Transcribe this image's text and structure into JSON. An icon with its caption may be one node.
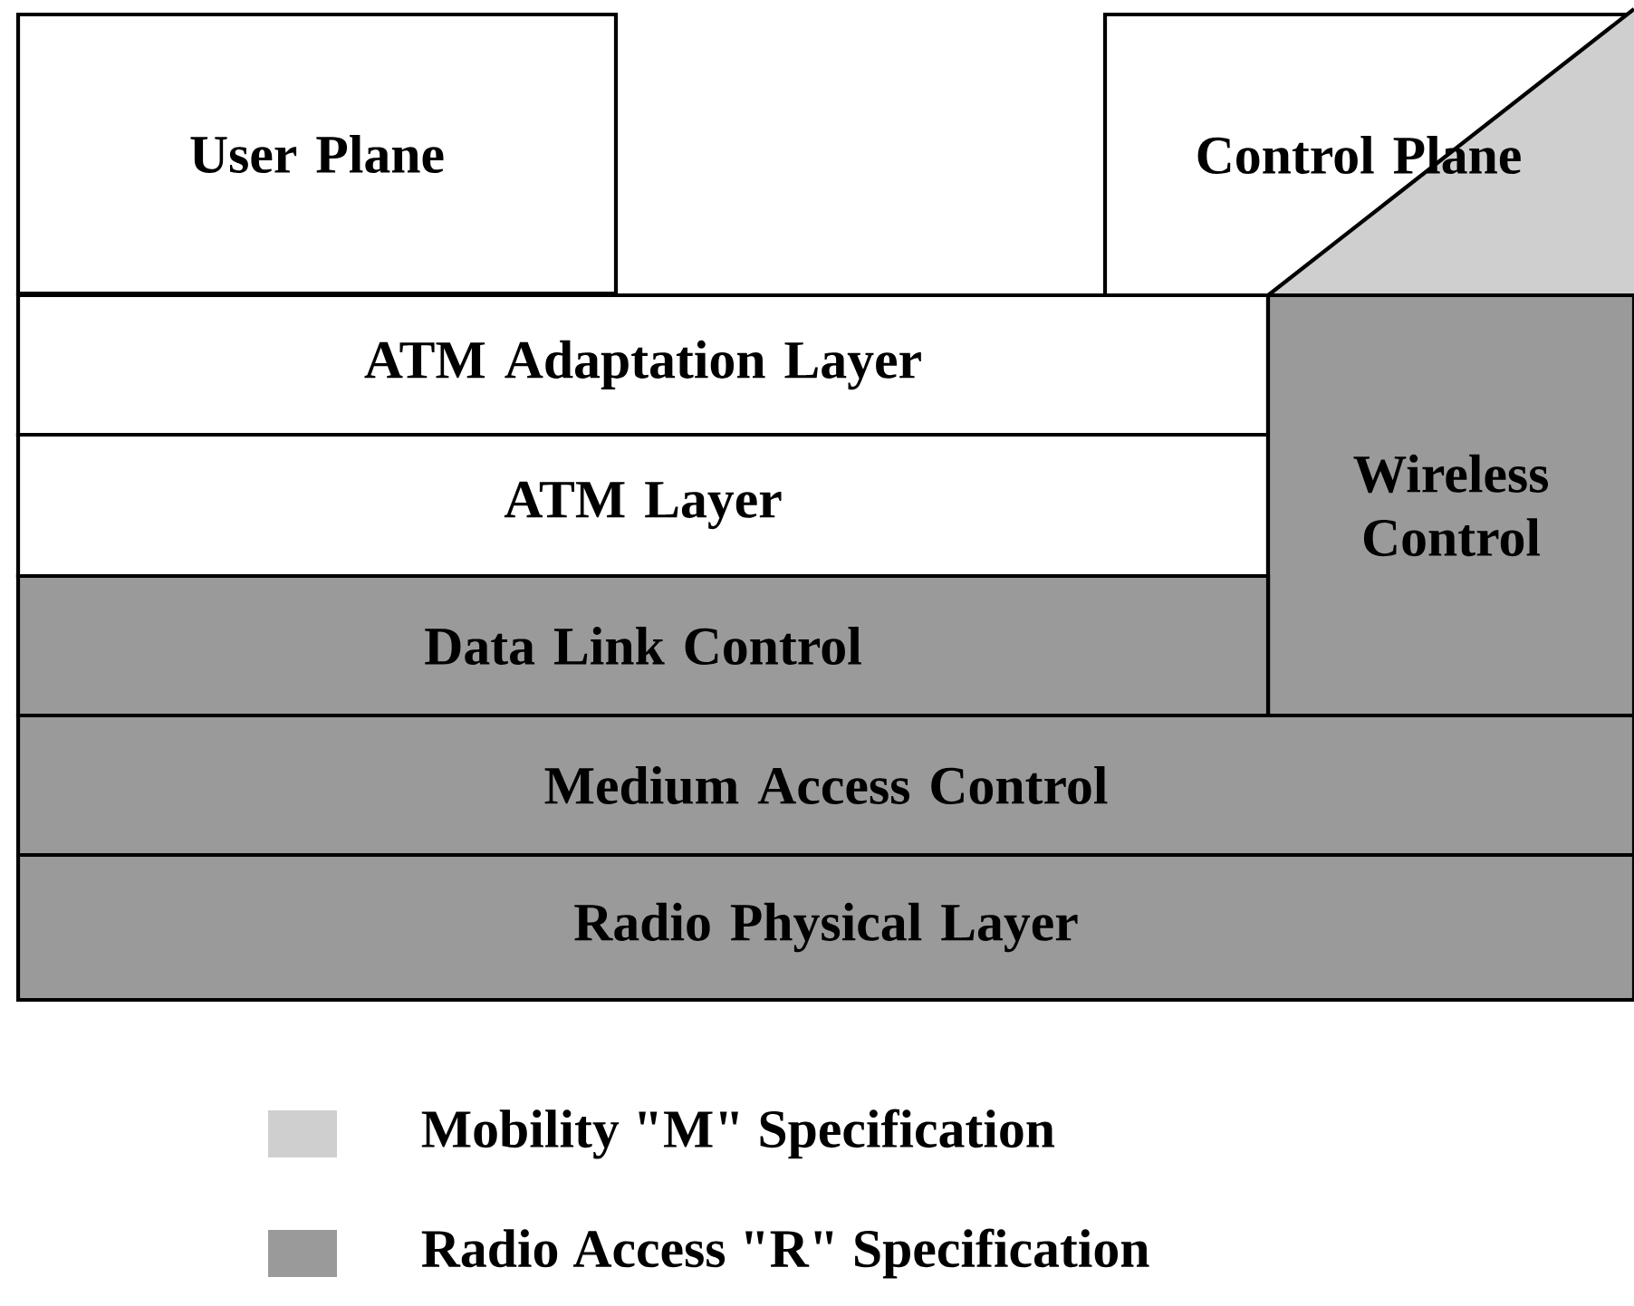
{
  "diagram": {
    "nodes": [
      {
        "text": [
          "User Plane"
        ]
      },
      {
        "text": [
          "Control Plane"
        ]
      },
      {
        "text": [
          "ATM Adaptation Layer"
        ]
      },
      {
        "text": [
          "ATM Layer"
        ]
      },
      {
        "text": [
          "Wireless Control"
        ]
      },
      {
        "text": [
          "Data Link Control"
        ]
      },
      {
        "text": [
          "Medium Access Control"
        ]
      },
      {
        "text": [
          "Radio Physical Layer"
        ]
      }
    ],
    "legend": [
      {
        "text": "Mobility \"M\" Specification",
        "color": "#cfcfcf"
      },
      {
        "text": "Radio Access \"R\" Specification",
        "color": "#9a9a9a"
      }
    ]
  }
}
